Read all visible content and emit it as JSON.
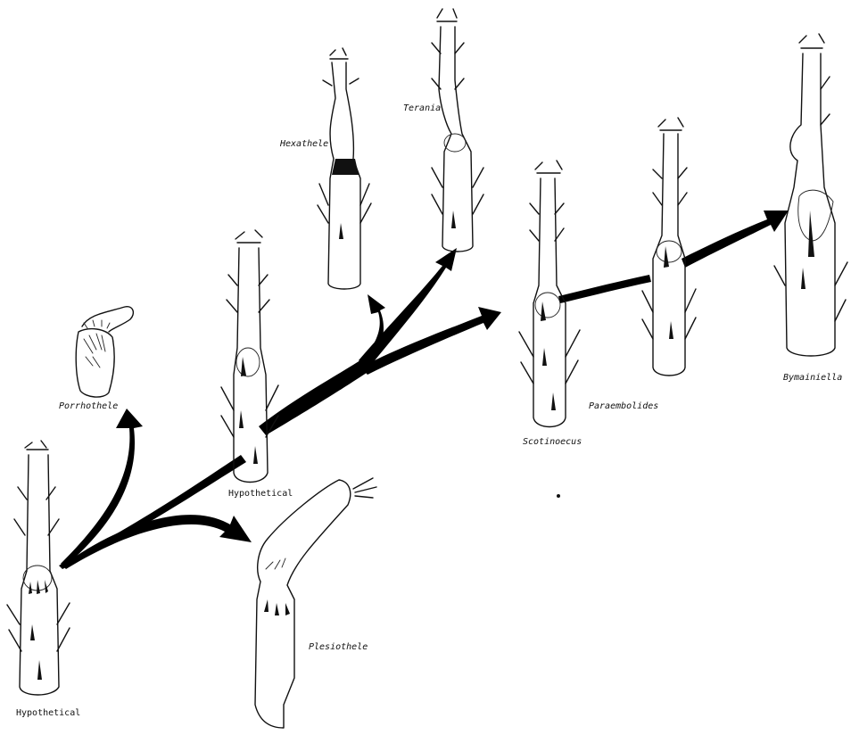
{
  "labels": {
    "porrhothele": "Porrhothele",
    "hexathele": "Hexathele",
    "terania": "Terania",
    "hypothetical_mid": "Hypothetical",
    "scotinoecus": "Scotinoecus",
    "paraembolides": "Paraembolides",
    "bymainiella": "Bymainiella",
    "plesiothele": "Plesiothele",
    "hypothetical_base": "Hypothetical"
  }
}
